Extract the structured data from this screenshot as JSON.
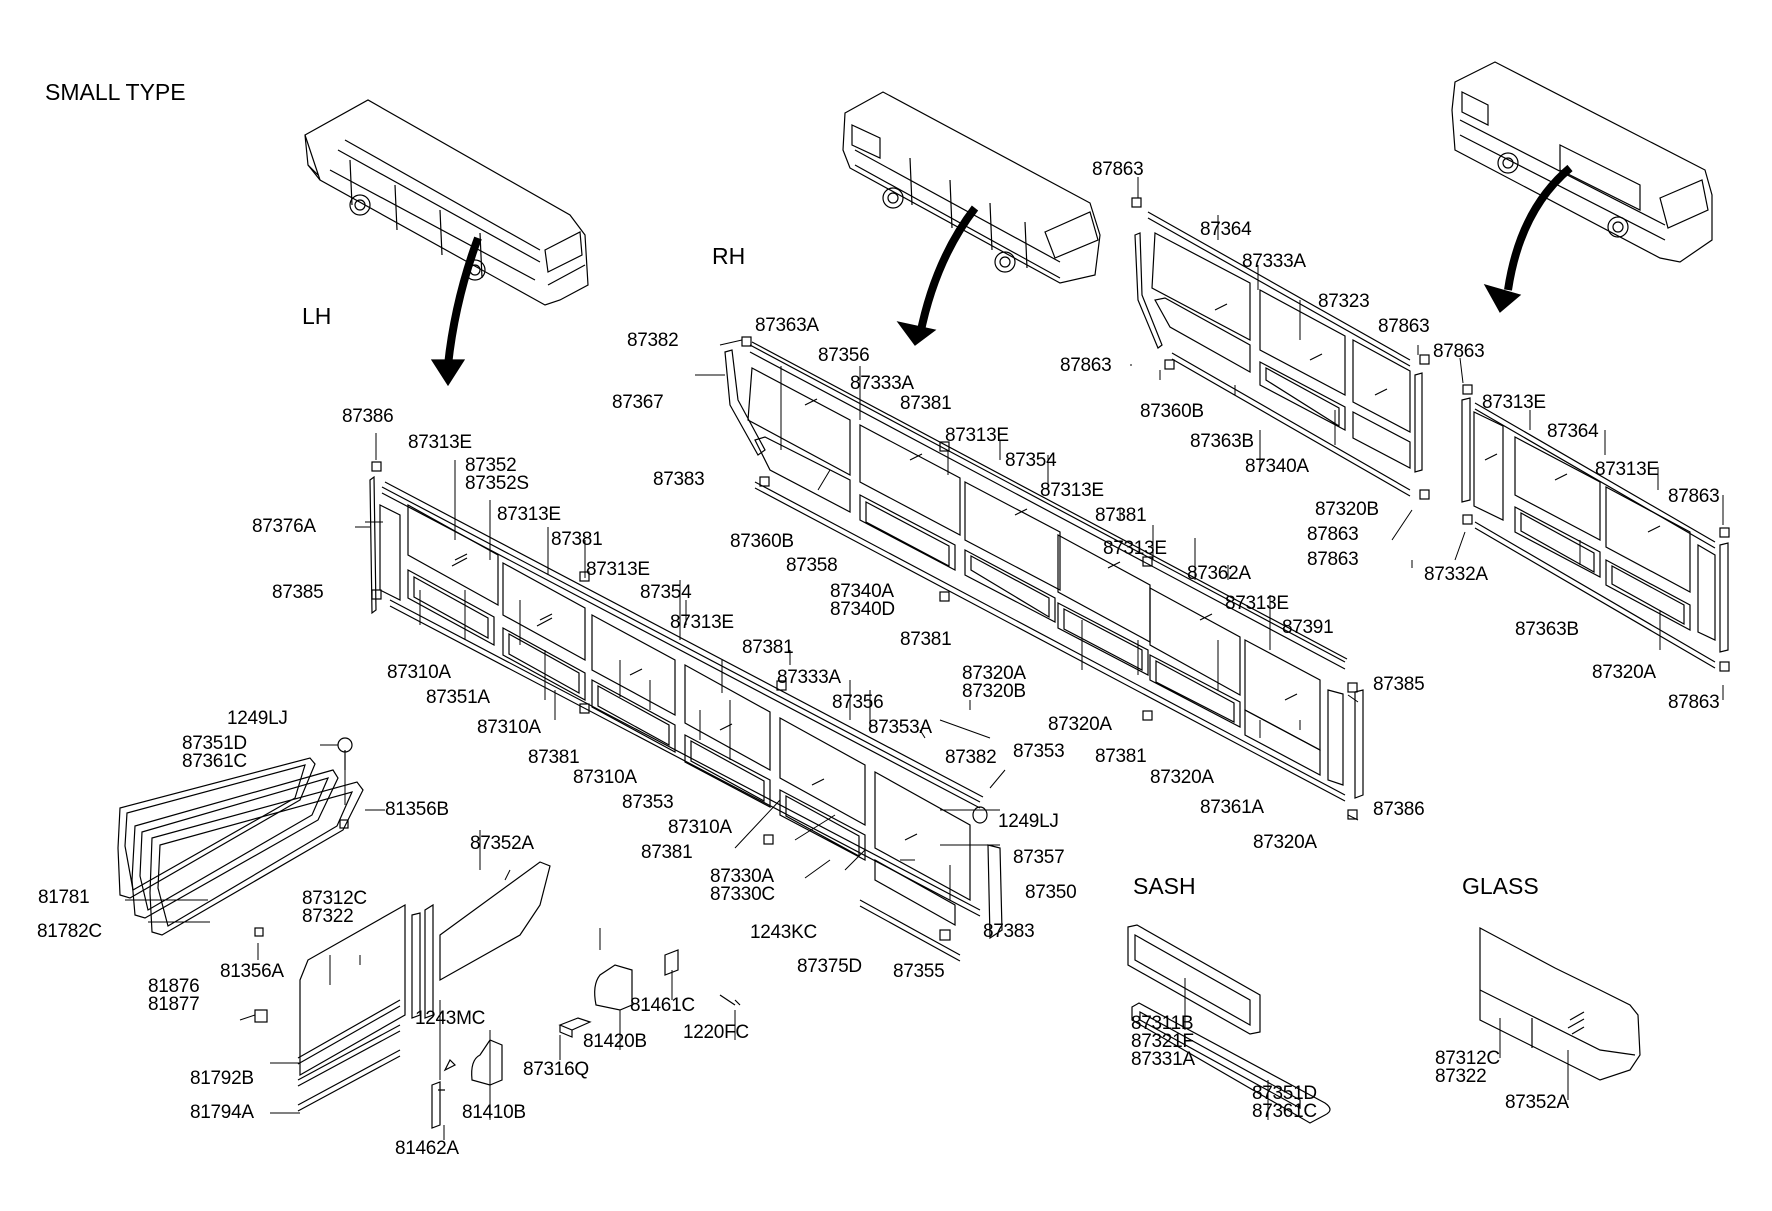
{
  "diagram": {
    "title": "SMALL TYPE",
    "sections": {
      "lh": "LH",
      "rh": "RH",
      "sash": "SASH",
      "glass": "GLASS"
    },
    "labels": [
      {
        "id": "l1",
        "text": "87386"
      },
      {
        "id": "l2",
        "text": "87313E"
      },
      {
        "id": "l3",
        "text": "87352\n87352S"
      },
      {
        "id": "l4",
        "text": "87313E"
      },
      {
        "id": "l5",
        "text": "87381"
      },
      {
        "id": "l6",
        "text": "87313E"
      },
      {
        "id": "l7",
        "text": "87376A"
      },
      {
        "id": "l8",
        "text": "87385"
      },
      {
        "id": "l9",
        "text": "87354"
      },
      {
        "id": "l10",
        "text": "87313E"
      },
      {
        "id": "l11",
        "text": "87310A"
      },
      {
        "id": "l12",
        "text": "87351A"
      },
      {
        "id": "l13",
        "text": "87381"
      },
      {
        "id": "l14",
        "text": "87333A"
      },
      {
        "id": "l15",
        "text": "87310A"
      },
      {
        "id": "l16",
        "text": "87381"
      },
      {
        "id": "l17",
        "text": "87310A"
      },
      {
        "id": "l18",
        "text": "87353"
      },
      {
        "id": "l19",
        "text": "87310A"
      },
      {
        "id": "l20",
        "text": "87381"
      },
      {
        "id": "l21",
        "text": "87356"
      },
      {
        "id": "l22",
        "text": "87353A"
      },
      {
        "id": "l23",
        "text": "87382"
      },
      {
        "id": "l24",
        "text": "1249LJ"
      },
      {
        "id": "l25",
        "text": "87357"
      },
      {
        "id": "l26",
        "text": "87350"
      },
      {
        "id": "l27",
        "text": "87383"
      },
      {
        "id": "l28",
        "text": "87330A\n87330C"
      },
      {
        "id": "l29",
        "text": "1243KC"
      },
      {
        "id": "l30",
        "text": "87375D"
      },
      {
        "id": "l31",
        "text": "87355"
      },
      {
        "id": "l32",
        "text": "1249LJ"
      },
      {
        "id": "l33",
        "text": "87351D\n87361C"
      },
      {
        "id": "l34",
        "text": "81356B"
      },
      {
        "id": "l35",
        "text": "87352A"
      },
      {
        "id": "l36",
        "text": "81781"
      },
      {
        "id": "l37",
        "text": "87312C\n87322"
      },
      {
        "id": "l38",
        "text": "81782C"
      },
      {
        "id": "l39",
        "text": "81356A"
      },
      {
        "id": "l40",
        "text": "81876\n81877"
      },
      {
        "id": "l41",
        "text": "1243MC"
      },
      {
        "id": "l42",
        "text": "81792B"
      },
      {
        "id": "l43",
        "text": "81794A"
      },
      {
        "id": "l44",
        "text": "81462A"
      },
      {
        "id": "l45",
        "text": "81410B"
      },
      {
        "id": "l46",
        "text": "87316Q"
      },
      {
        "id": "l47",
        "text": "81420B"
      },
      {
        "id": "l48",
        "text": "81461C"
      },
      {
        "id": "l49",
        "text": "1220FC"
      },
      {
        "id": "l50",
        "text": "87382"
      },
      {
        "id": "l51",
        "text": "87363A"
      },
      {
        "id": "l52",
        "text": "87356"
      },
      {
        "id": "l53",
        "text": "87367"
      },
      {
        "id": "l54",
        "text": "87333A"
      },
      {
        "id": "l55",
        "text": "87381"
      },
      {
        "id": "l56",
        "text": "87383"
      },
      {
        "id": "l57",
        "text": "87313E"
      },
      {
        "id": "l58",
        "text": "87354"
      },
      {
        "id": "l59",
        "text": "87360B"
      },
      {
        "id": "l60",
        "text": "87358"
      },
      {
        "id": "l61",
        "text": "87313E"
      },
      {
        "id": "l62",
        "text": "87381"
      },
      {
        "id": "l63",
        "text": "87340A\n87340D"
      },
      {
        "id": "l64",
        "text": "87381"
      },
      {
        "id": "l65",
        "text": "87313E"
      },
      {
        "id": "l66",
        "text": "87362A"
      },
      {
        "id": "l67",
        "text": "87313E"
      },
      {
        "id": "l68",
        "text": "87391"
      },
      {
        "id": "l69",
        "text": "87320A\n87320B"
      },
      {
        "id": "l70",
        "text": "87320A"
      },
      {
        "id": "l71",
        "text": "87385"
      },
      {
        "id": "l72",
        "text": "87353"
      },
      {
        "id": "l73",
        "text": "87381"
      },
      {
        "id": "l74",
        "text": "87320A"
      },
      {
        "id": "l75",
        "text": "87361A"
      },
      {
        "id": "l76",
        "text": "87386"
      },
      {
        "id": "l77",
        "text": "87320A"
      },
      {
        "id": "l78",
        "text": "87863"
      },
      {
        "id": "l79",
        "text": "87364"
      },
      {
        "id": "l80",
        "text": "87333A"
      },
      {
        "id": "l81",
        "text": "87323"
      },
      {
        "id": "l82",
        "text": "87863"
      },
      {
        "id": "l83",
        "text": "87863"
      },
      {
        "id": "l84",
        "text": "87863"
      },
      {
        "id": "l85",
        "text": "87360B"
      },
      {
        "id": "l86",
        "text": "87363B"
      },
      {
        "id": "l87",
        "text": "87340A"
      },
      {
        "id": "l88",
        "text": "87320B"
      },
      {
        "id": "l89",
        "text": "87863"
      },
      {
        "id": "l90",
        "text": "87863"
      },
      {
        "id": "l91",
        "text": "87313E"
      },
      {
        "id": "l92",
        "text": "87364"
      },
      {
        "id": "l93",
        "text": "87313E"
      },
      {
        "id": "l94",
        "text": "87863"
      },
      {
        "id": "l95",
        "text": "87332A"
      },
      {
        "id": "l96",
        "text": "87363B"
      },
      {
        "id": "l97",
        "text": "87320A"
      },
      {
        "id": "l98",
        "text": "87863"
      },
      {
        "id": "l99",
        "text": "87311B\n87321F\n87331A"
      },
      {
        "id": "l100",
        "text": "87351D\n87361C"
      },
      {
        "id": "l101",
        "text": "87312C\n87322"
      },
      {
        "id": "l102",
        "text": "87352A"
      }
    ]
  }
}
